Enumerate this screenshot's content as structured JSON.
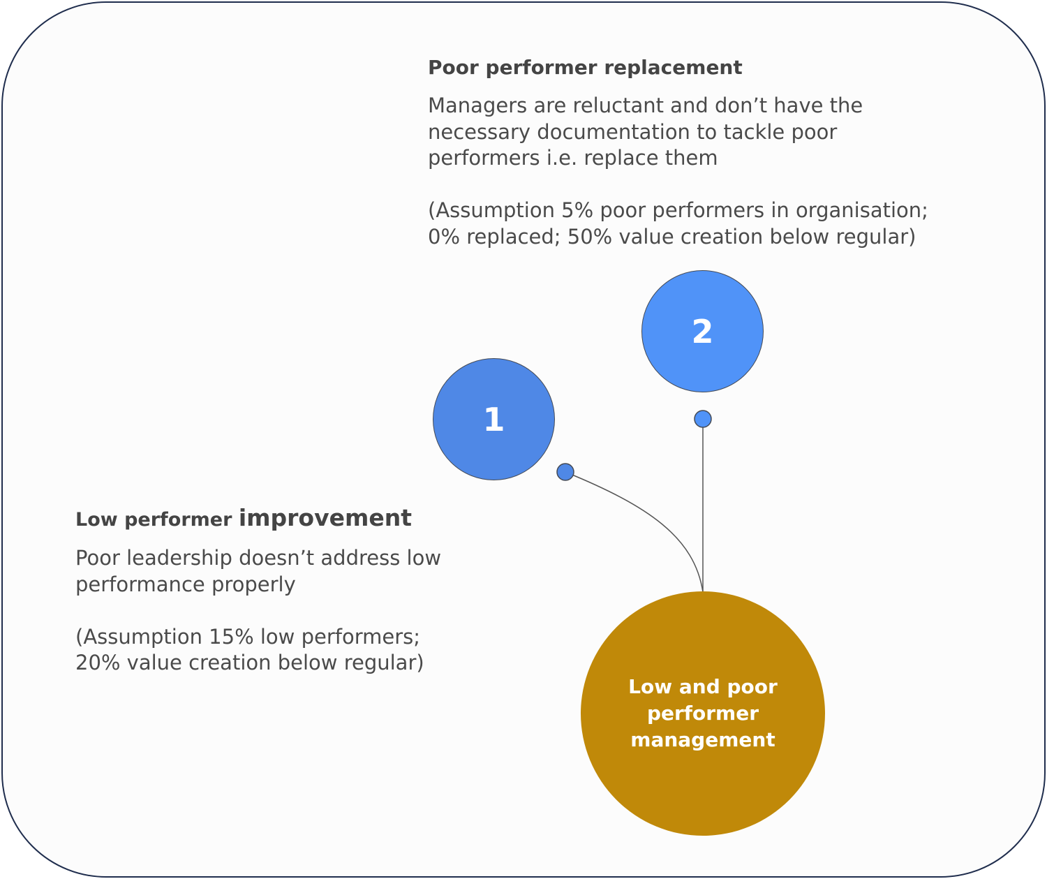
{
  "item1": {
    "number": "1",
    "title_part1": "Low performer ",
    "title_part2": "improvement",
    "description": "Poor leadership doesn’t address low\nperformance properly\n\n(Assumption 15% low performers;\n20% value creation below regular)"
  },
  "item2": {
    "number": "2",
    "title": "Poor performer replacement",
    "description": "Managers are reluctant and don’t have the\nnecessary documentation to tackle poor\nperformers i.e. replace them\n\n(Assumption 5% poor performers in organisation;\n0% replaced; 50% value creation below regular)"
  },
  "center": {
    "label": "Low and poor\nperformer\nmanagement"
  },
  "colors": {
    "frame": "#1f2d4d",
    "circle1": "#4f88e6",
    "circle2": "#5093f8",
    "center": "#c08909"
  }
}
